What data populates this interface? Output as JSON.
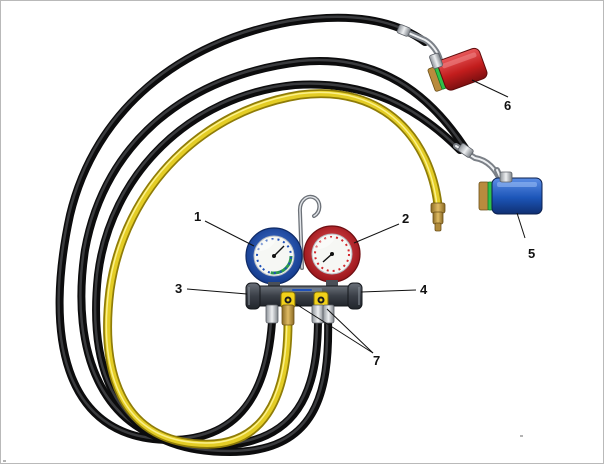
{
  "figure": {
    "callouts": [
      {
        "id": "c1",
        "text": "1"
      },
      {
        "id": "c2",
        "text": "2"
      },
      {
        "id": "c3",
        "text": "3"
      },
      {
        "id": "c4",
        "text": "4"
      },
      {
        "id": "c5",
        "text": "5"
      },
      {
        "id": "c6",
        "text": "6"
      },
      {
        "id": "c7",
        "text": "7"
      }
    ],
    "colors": {
      "hose_black": "#1b1b1d",
      "hose_yellow": "#d9c21a",
      "gauge_blue": "#1f4fb3",
      "gauge_red": "#d3262c",
      "coupler_red": "#c8201f",
      "coupler_blue": "#1c55b8",
      "valve_yellow": "#f2d11a",
      "brass": "#c9a04a",
      "manifold": "#3a3f47"
    }
  }
}
